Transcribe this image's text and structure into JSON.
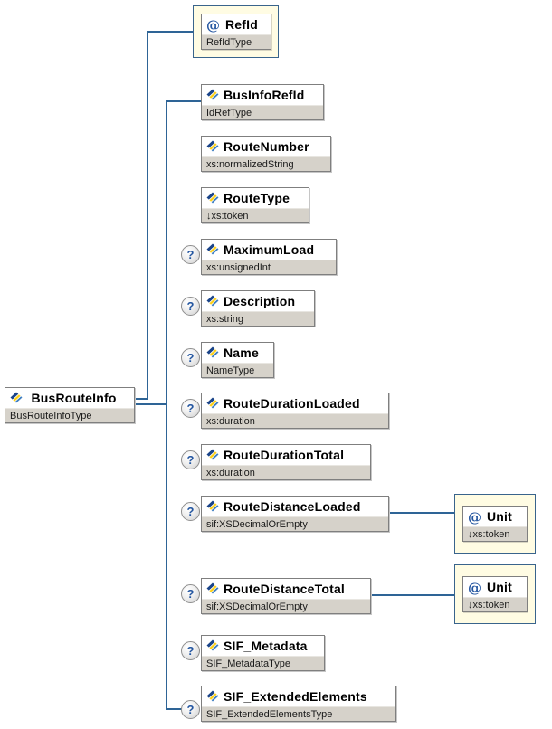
{
  "symbols": {
    "attribute": "@",
    "optional": "?"
  },
  "root": {
    "name": "BusRouteInfo",
    "type": "BusRouteInfoType"
  },
  "children": [
    {
      "name": "BusInfoRefId",
      "type": "IdRefType",
      "optional": false
    },
    {
      "name": "RouteNumber",
      "type": "xs:normalizedString",
      "optional": false
    },
    {
      "name": "RouteType",
      "type": "↓xs:token",
      "optional": false
    },
    {
      "name": "MaximumLoad",
      "type": "xs:unsignedInt",
      "optional": true
    },
    {
      "name": "Description",
      "type": "xs:string",
      "optional": true
    },
    {
      "name": "Name",
      "type": "NameType",
      "optional": true
    },
    {
      "name": "RouteDurationLoaded",
      "type": "xs:duration",
      "optional": true
    },
    {
      "name": "RouteDurationTotal",
      "type": "xs:duration",
      "optional": true
    },
    {
      "name": "RouteDistanceLoaded",
      "type": "sif:XSDecimalOrEmpty",
      "optional": true
    },
    {
      "name": "RouteDistanceTotal",
      "type": "sif:XSDecimalOrEmpty",
      "optional": true
    },
    {
      "name": "SIF_Metadata",
      "type": "SIF_MetadataType",
      "optional": true
    },
    {
      "name": "SIF_ExtendedElements",
      "type": "SIF_ExtendedElementsType",
      "optional": true
    }
  ],
  "attributes": {
    "refid": {
      "name": "RefId",
      "type": "RefIdType"
    },
    "unit_loaded": {
      "name": "Unit",
      "type": "↓xs:token"
    },
    "unit_total": {
      "name": "Unit",
      "type": "↓xs:token"
    }
  }
}
